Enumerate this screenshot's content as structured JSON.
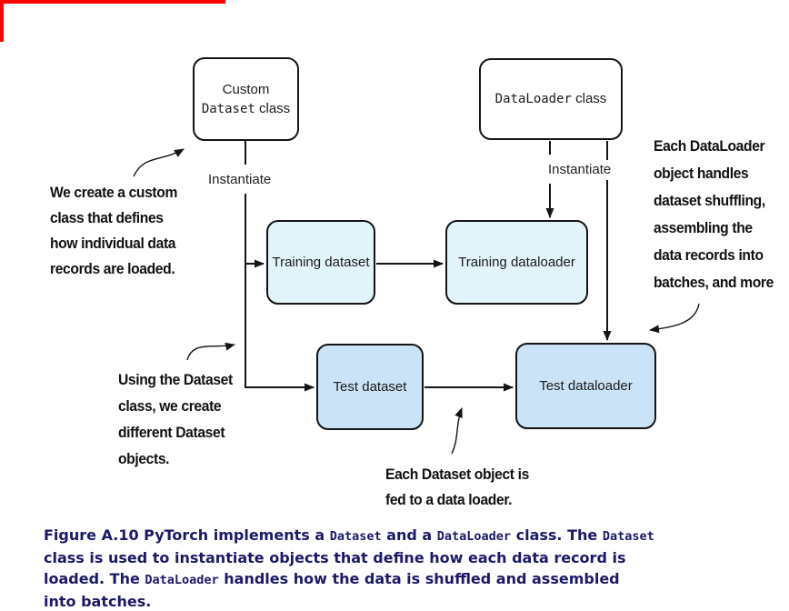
{
  "crop_mark": {
    "color": "#ff0000"
  },
  "diagram": {
    "colors": {
      "training_fill": "#e1f4fa",
      "test_fill": "#cbe3f6",
      "class_fill": "#ffffff",
      "box_border": "#141414",
      "line_color": "#141414"
    },
    "boxes": {
      "custom_dataset": {
        "lines": [
          [
            {
              "t": "Custom",
              "m": false
            }
          ],
          [
            {
              "t": "Dataset",
              "m": true
            },
            {
              "t": " class",
              "m": false
            }
          ]
        ]
      },
      "dataloader": {
        "lines": [
          [
            {
              "t": "DataLoader",
              "m": true
            },
            {
              "t": " class",
              "m": false
            }
          ]
        ]
      },
      "training_dataset": {
        "label": "Training dataset"
      },
      "training_dataloader": {
        "label": "Training dataloader"
      },
      "test_dataset": {
        "label": "Test dataset"
      },
      "test_dataloader": {
        "label": "Test dataloader"
      }
    },
    "edge_labels": {
      "instantiate_left": "Instantiate",
      "instantiate_right": "Instantiate"
    },
    "annotations": {
      "create_custom": "We create a custom\nclass that defines\nhow individual data\nrecords are loaded.",
      "using_dataset": "Using the Dataset\nclass, we create\ndifferent Dataset\nobjects.",
      "dataloader_handles": "Each DataLoader\nobject handles\ndataset shuffling,\nassembling the\ndata records into\nbatches, and more",
      "dataset_fed": "Each Dataset object is\nfed to a data loader."
    }
  },
  "caption": {
    "color": "#1b1968",
    "lines": [
      [
        {
          "t": "Figure A.10 PyTorch implements a ",
          "m": false
        },
        {
          "t": "Dataset",
          "m": true
        },
        {
          "t": " and a ",
          "m": false
        },
        {
          "t": "DataLoader",
          "m": true
        },
        {
          "t": " class. The ",
          "m": false
        },
        {
          "t": "Dataset",
          "m": true
        }
      ],
      [
        {
          "t": "class is used to instantiate objects that define how each data record is",
          "m": false
        }
      ],
      [
        {
          "t": "loaded. The ",
          "m": false
        },
        {
          "t": "DataLoader",
          "m": true
        },
        {
          "t": " handles how the data is shuffled and assembled",
          "m": false
        }
      ],
      [
        {
          "t": "into batches.",
          "m": false
        }
      ]
    ]
  }
}
